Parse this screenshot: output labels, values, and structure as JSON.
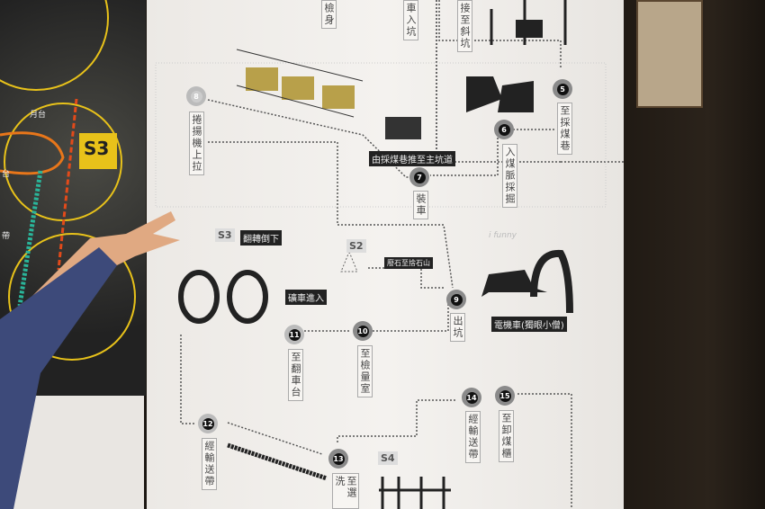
{
  "map": {
    "labels": [
      "月台",
      "S3",
      "台",
      "帶"
    ]
  },
  "steps": [
    {
      "num": "5",
      "label": "至採煤巷"
    },
    {
      "num": "6",
      "label": "入煤脈採掘"
    },
    {
      "num": "7",
      "label": "裝車"
    },
    {
      "num": "8",
      "label": "捲揚機上拉"
    },
    {
      "num": "9",
      "label": "出坑"
    },
    {
      "num": "10",
      "label": "至檢量室"
    },
    {
      "num": "11",
      "label": "至翻車台"
    },
    {
      "num": "12",
      "label": "經輸送帶"
    },
    {
      "num": "13",
      "label": "至選洗"
    },
    {
      "num": "14",
      "label": "經輸送帶"
    },
    {
      "num": "15",
      "label": "至卸煤櫃"
    }
  ],
  "top_labels": [
    "檢身",
    "車入坑",
    "接至斜坑"
  ],
  "captions": {
    "push": "由採煤巷推至主坑道",
    "flip": "翻轉倒下",
    "waste": "廢石至捨石山",
    "enter": "礦車進入",
    "loco": "電機車(獨眼小僧)"
  },
  "sections": {
    "s2": "S2",
    "s3": "S3",
    "s4": "S4"
  },
  "watermark": "i funny"
}
